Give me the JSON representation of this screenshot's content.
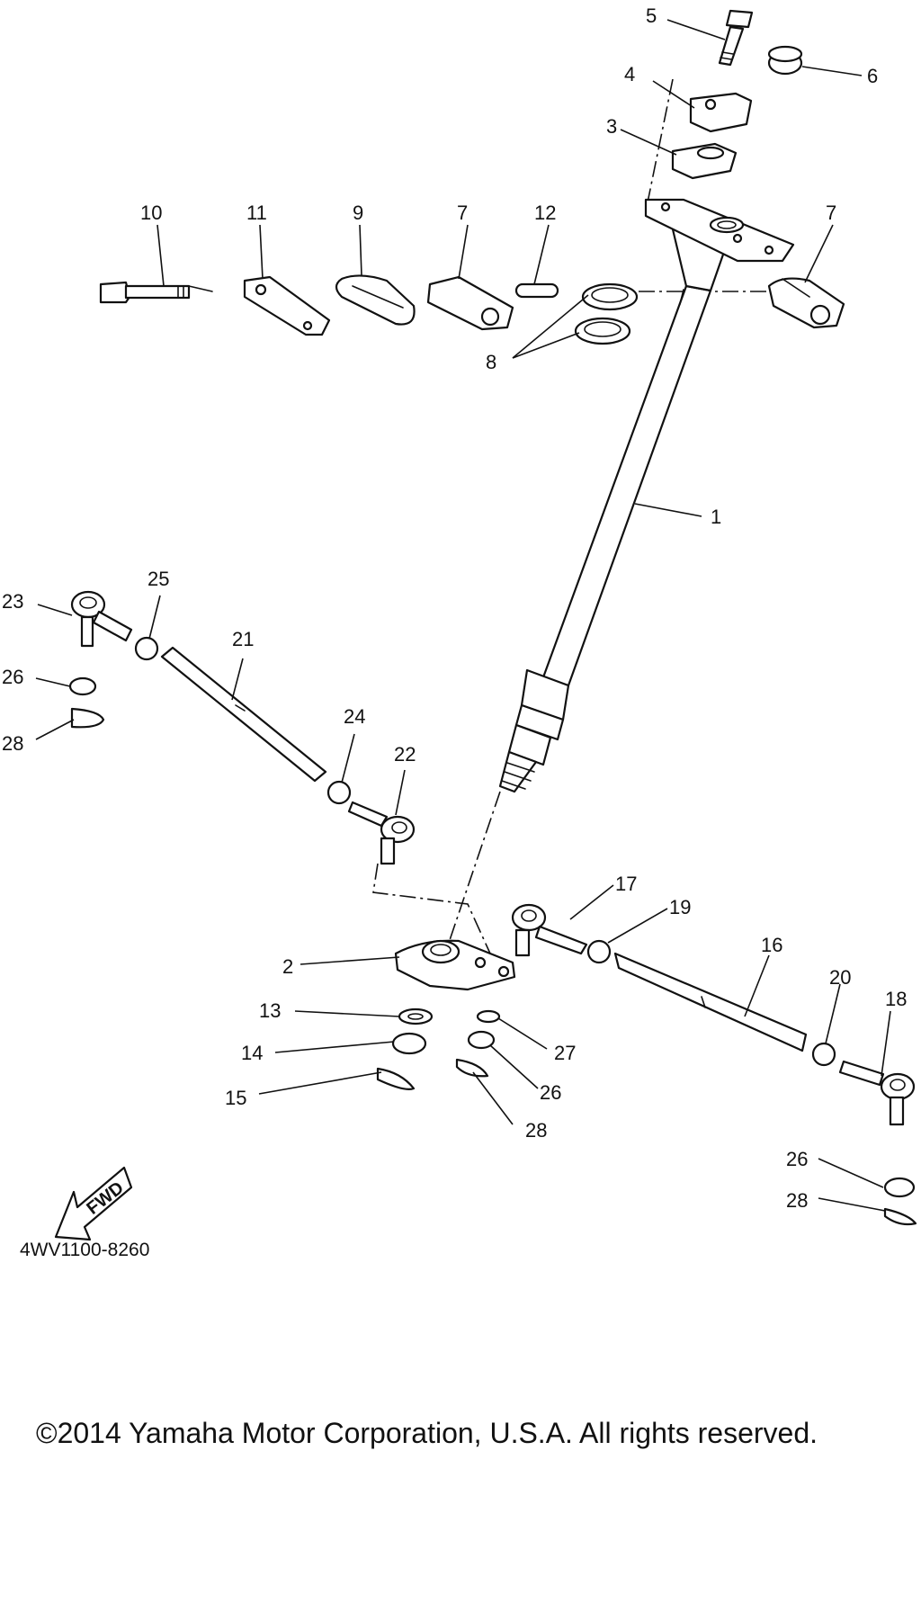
{
  "diagram": {
    "part_code": "4WV1100-8260",
    "copyright": "©2014 Yamaha Motor Corporation, U.S.A. All rights reserved.",
    "fwd_label": "FWD",
    "callouts": {
      "c1": "1",
      "c2": "2",
      "c3": "3",
      "c4": "4",
      "c5": "5",
      "c6": "6",
      "c7a": "7",
      "c7b": "7",
      "c8": "8",
      "c9": "9",
      "c10": "10",
      "c11": "11",
      "c12": "12",
      "c13": "13",
      "c14": "14",
      "c15": "15",
      "c16": "16",
      "c17": "17",
      "c18": "18",
      "c19": "19",
      "c20": "20",
      "c21": "21",
      "c22": "22",
      "c23": "23",
      "c24": "24",
      "c25": "25",
      "c26a": "26",
      "c26b": "26",
      "c26c": "26",
      "c27": "27",
      "c28a": "28",
      "c28b": "28",
      "c28c": "28"
    }
  }
}
